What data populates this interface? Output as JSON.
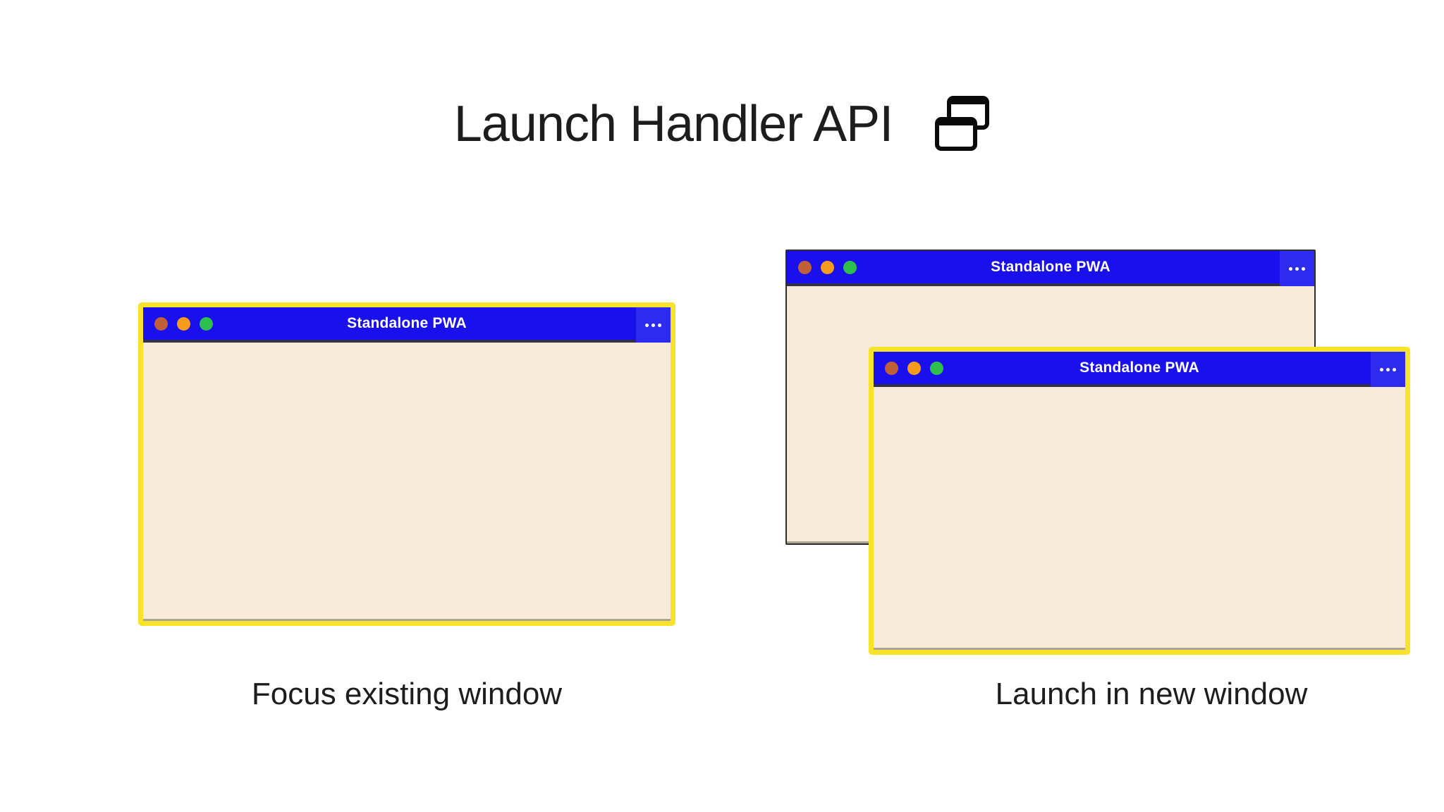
{
  "header": {
    "title": "Launch Handler API",
    "icon": "overlapping-windows-icon"
  },
  "colors": {
    "titlebar_blue": "#1a10ee",
    "menu_button_blue": "#2e2bf0",
    "window_body_cream": "#f8ead8",
    "highlight_yellow": "#f8e32b",
    "back_window_border": "#2e2e2e",
    "traffic_light_red": "#c0603a",
    "traffic_light_orange": "#f69b1c",
    "traffic_light_green": "#2fbf4d",
    "titlebar_text": "#ffffff",
    "text_dark": "#1d1d1f"
  },
  "left_figure": {
    "caption": "Focus existing window",
    "window": {
      "title": "Standalone PWA",
      "highlighted": true,
      "traffic_lights": [
        "close",
        "minimize",
        "maximize"
      ],
      "menu_icon": "ellipsis-icon"
    }
  },
  "right_figure": {
    "caption": "Launch in new window",
    "back_window": {
      "title": "Standalone PWA",
      "highlighted": false,
      "traffic_lights": [
        "close",
        "minimize",
        "maximize"
      ],
      "menu_icon": "ellipsis-icon"
    },
    "front_window": {
      "title": "Standalone PWA",
      "highlighted": true,
      "traffic_lights": [
        "close",
        "minimize",
        "maximize"
      ],
      "menu_icon": "ellipsis-icon"
    }
  }
}
